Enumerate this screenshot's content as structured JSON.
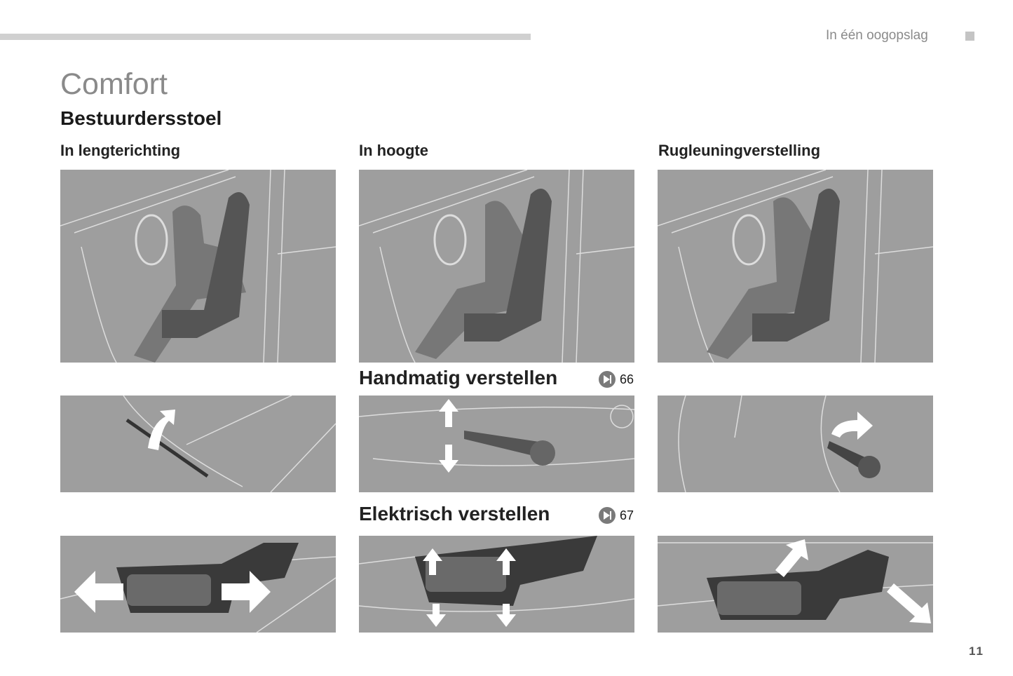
{
  "header": {
    "section": "In één oogopslag"
  },
  "title": "Comfort",
  "subtitle": "Bestuurdersstoel",
  "columns": [
    {
      "heading": "In lengterichting"
    },
    {
      "heading": "In hoogte"
    },
    {
      "heading": "Rugleuningverstelling"
    }
  ],
  "manual": {
    "heading": "Handmatig verstellen",
    "page_ref": "66",
    "icon": "page-reference-icon"
  },
  "electric": {
    "heading": "Elektrisch verstellen",
    "page_ref": "67",
    "icon": "page-reference-icon"
  },
  "page_number": "11"
}
